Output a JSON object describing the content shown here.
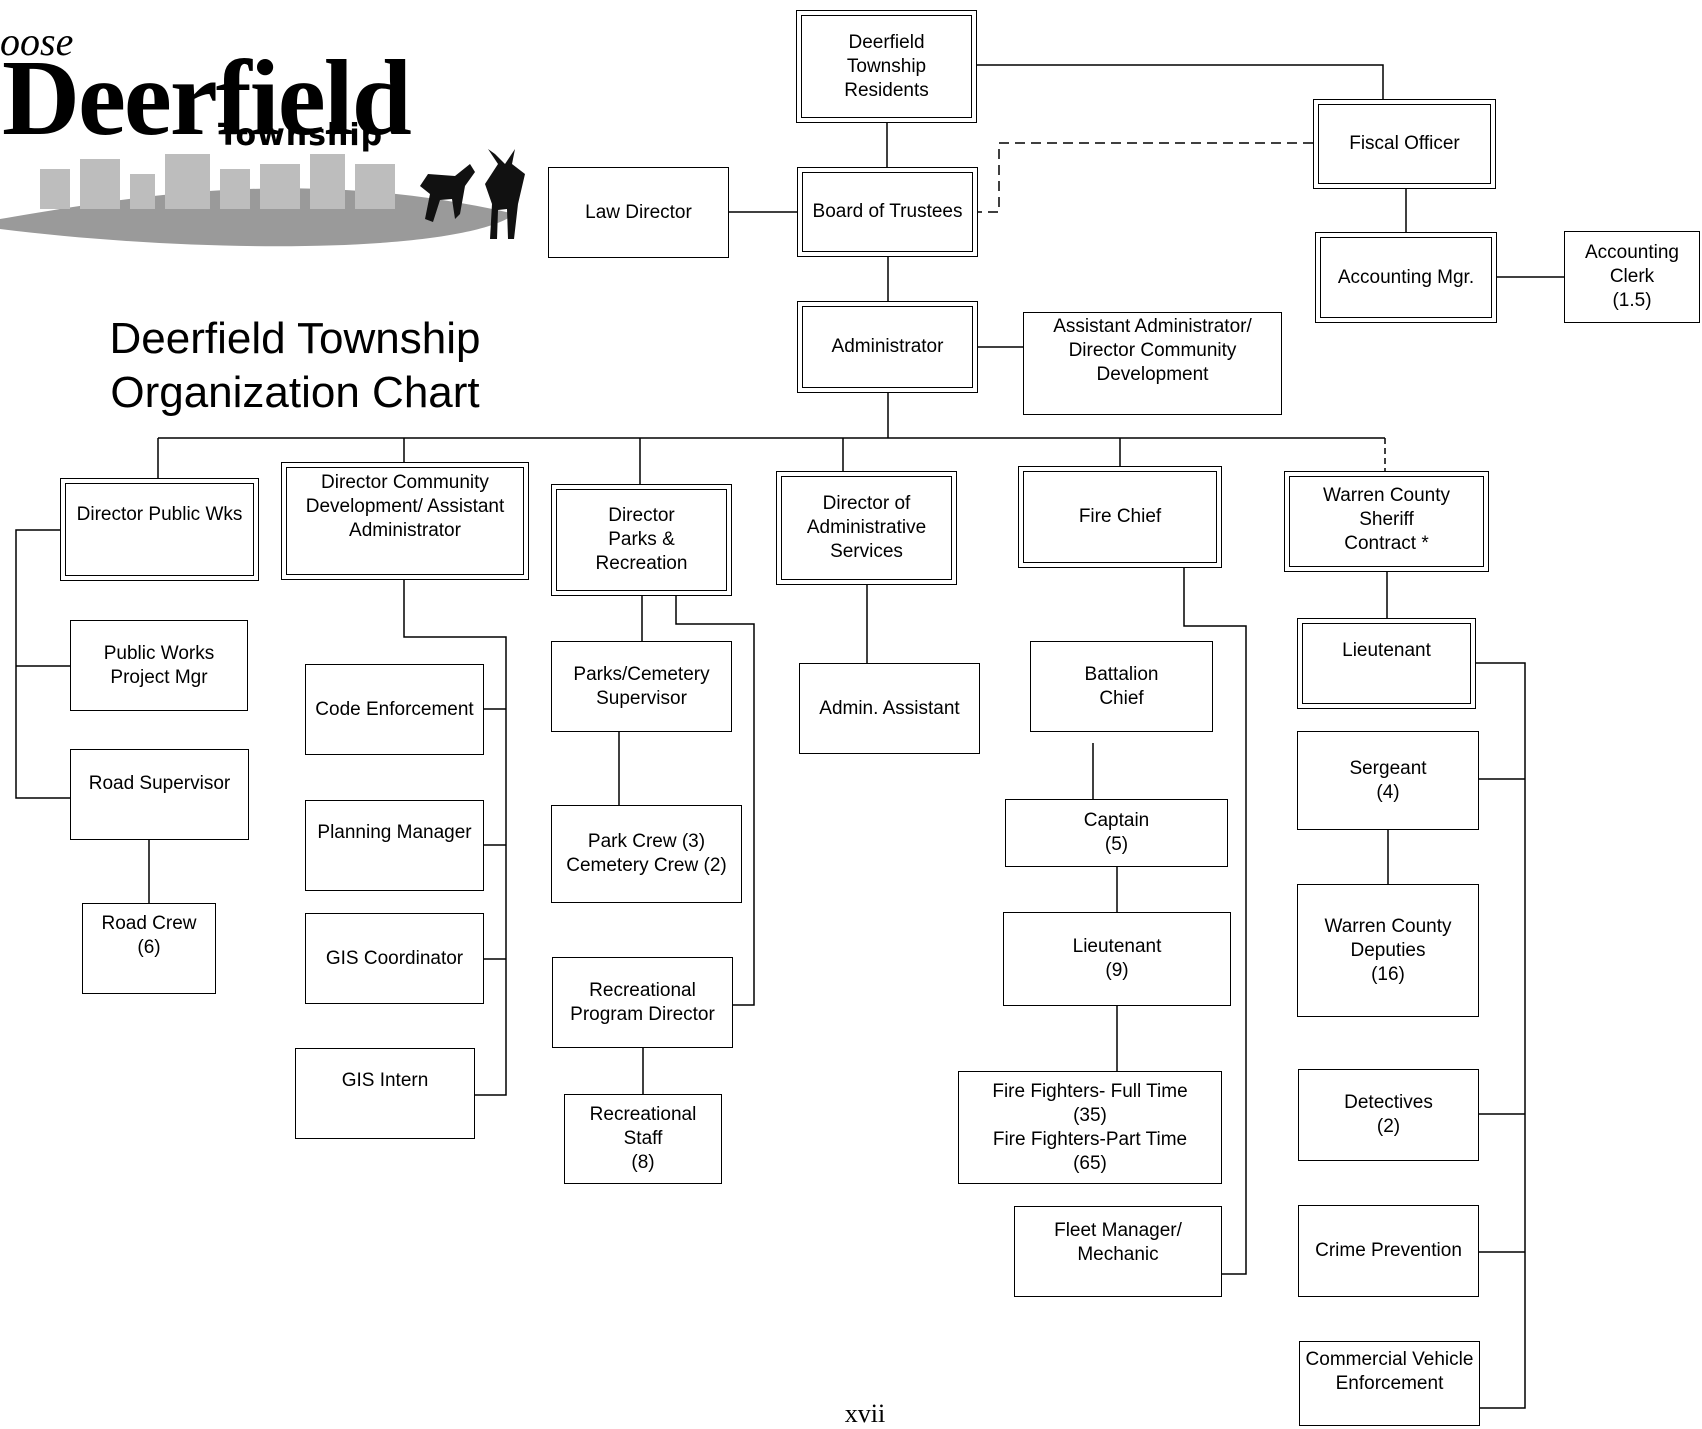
{
  "logo": {
    "script_text": "oose",
    "main_text": "Deerfield",
    "sub_text": "Township"
  },
  "title": {
    "line1": "Deerfield Township",
    "line2": "Organization Chart"
  },
  "nodes": {
    "residents": [
      "Deerfield",
      "Township",
      "Residents"
    ],
    "fiscal_officer": [
      "Fiscal Officer"
    ],
    "law_director": [
      "Law Director"
    ],
    "board": [
      "Board of Trustees"
    ],
    "accounting_mgr": [
      "Accounting Mgr."
    ],
    "accounting_clerk": [
      "Accounting",
      "Clerk",
      "(1.5)"
    ],
    "administrator": [
      "Administrator"
    ],
    "assistant_admin": [
      "Assistant Administrator/",
      "Director Community",
      "Development"
    ],
    "dir_public_wks": [
      "Director Public Wks"
    ],
    "dir_comm_dev": [
      "Director Community",
      "Development/ Assistant",
      "Administrator"
    ],
    "dir_parks": [
      "Director",
      "Parks &",
      "Recreation"
    ],
    "dir_admin_services": [
      "Director of",
      "Administrative",
      "Services"
    ],
    "fire_chief": [
      "Fire Chief"
    ],
    "sheriff_contract": [
      "Warren County",
      "Sheriff",
      "Contract *"
    ],
    "pw_project_mgr": [
      "Public Works",
      "Project Mgr"
    ],
    "road_supervisor": [
      "Road Supervisor"
    ],
    "road_crew": [
      "Road Crew",
      "(6)"
    ],
    "code_enforcement": [
      "Code Enforcement"
    ],
    "planning_manager": [
      "Planning Manager"
    ],
    "gis_coordinator": [
      "GIS Coordinator"
    ],
    "gis_intern": [
      "GIS Intern"
    ],
    "parks_cemetery_supervisor": [
      "Parks/Cemetery",
      "Supervisor"
    ],
    "park_crew": [
      "Park Crew (3)",
      "Cemetery Crew (2)"
    ],
    "rec_program_director": [
      "Recreational",
      "Program Director"
    ],
    "rec_staff": [
      "Recreational",
      "Staff",
      "(8)"
    ],
    "admin_assistant": [
      "Admin. Assistant"
    ],
    "battalion_chief": [
      "Battalion",
      "Chief"
    ],
    "captain": [
      "Captain",
      "(5)"
    ],
    "fire_lieutenant": [
      "Lieutenant",
      "(9)"
    ],
    "fire_fighters": [
      "Fire Fighters- Full Time",
      "(35)",
      "Fire Fighters-Part Time",
      "(65)"
    ],
    "fleet_manager": [
      "Fleet Manager/",
      "Mechanic"
    ],
    "sheriff_lieutenant": [
      "Lieutenant"
    ],
    "sergeant": [
      "Sergeant",
      "(4)"
    ],
    "deputies": [
      "Warren County",
      "Deputies",
      "(16)"
    ],
    "detectives": [
      "Detectives",
      "(2)"
    ],
    "crime_prevention": [
      "Crime Prevention"
    ],
    "cve": [
      "Commercial Vehicle",
      "Enforcement"
    ]
  },
  "footer": {
    "page_number": "xvii"
  }
}
